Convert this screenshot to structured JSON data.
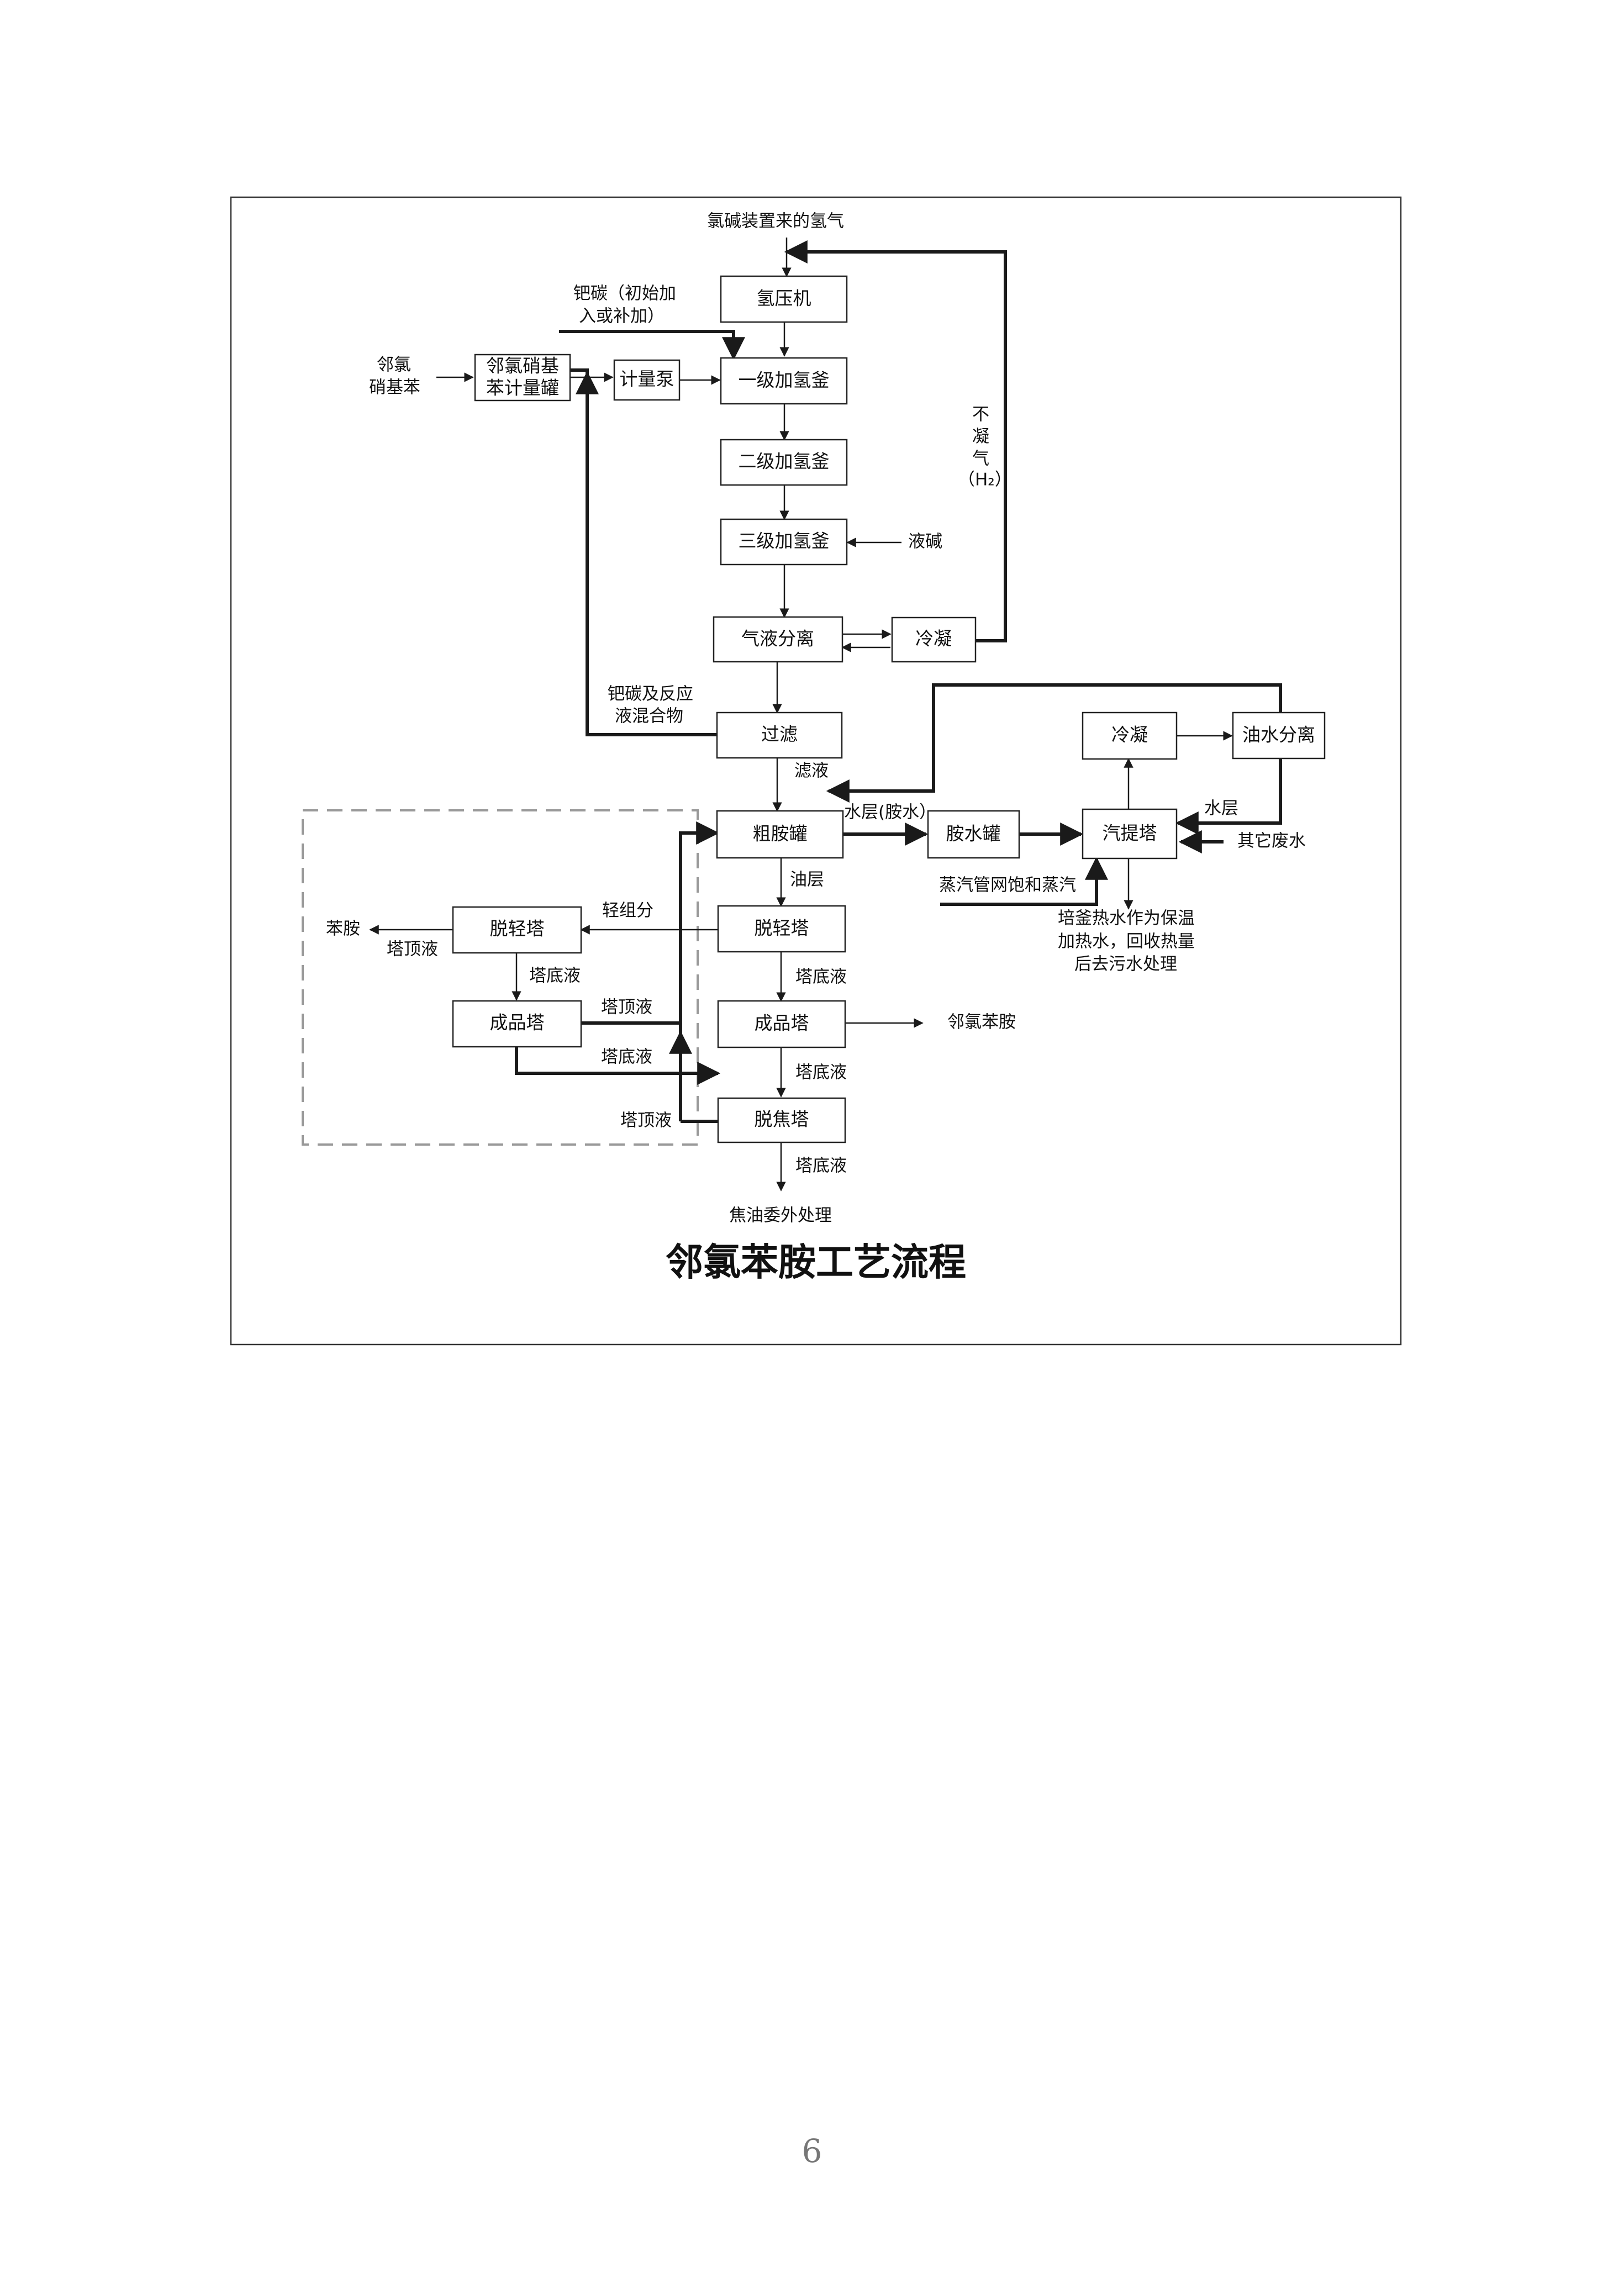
{
  "diagram": {
    "title": "邻氯苯胺工艺流程",
    "boxes": {
      "hydrogen_compressor": "氢压机",
      "metering_tank": [
        "邻氯硝基",
        "苯计量罐"
      ],
      "metering_pump": "计量泵",
      "reactor_1": "一级加氢釜",
      "reactor_2": "二级加氢釜",
      "reactor_3": "三级加氢釜",
      "gas_liquid_separation": "气液分离",
      "condense_1": "冷凝",
      "filter": "过滤",
      "condense_2": "冷凝",
      "oil_water_separation": "油水分离",
      "crude_amine_tank": "粗胺罐",
      "amine_water_tank": "胺水罐",
      "stripper": "汽提塔",
      "delight_column_main": "脱轻塔",
      "product_column_main": "成品塔",
      "decoking_column": "脱焦塔",
      "delight_column_side": "脱轻塔",
      "product_column_side": "成品塔"
    },
    "labels": {
      "hydrogen_source": "氯碱装置来的氢气",
      "pd_carbon": [
        "钯碳（初始加",
        "入或补加）"
      ],
      "feed": [
        "邻氯",
        "硝基苯"
      ],
      "noncondensable": [
        "不",
        "凝",
        "气"
      ],
      "h2": "（H₂）",
      "caustic": "液碱",
      "pd_mixture": [
        "钯碳及反应",
        "液混合物"
      ],
      "filtrate": "滤液",
      "water_layer_amine": "水层(胺水）",
      "water_layer": "水层",
      "other_wastewater": "其它废水",
      "steam": "蒸汽管网饱和蒸汽",
      "hot_water": [
        "培釜热水作为保温",
        "加热水，回收热量",
        "后去污水处理"
      ],
      "oil_layer": "油层",
      "bottoms_1": "塔底液",
      "bottoms_2": "塔底液",
      "bottoms_3": "塔底液",
      "product": "邻氯苯胺",
      "tar": "焦油委外处理",
      "light_fraction": "轻组分",
      "aniline": "苯胺",
      "overhead_1": "塔顶液",
      "bottoms_side_1": "塔底液",
      "overhead_2": "塔顶液",
      "bottoms_side_2": "塔底液",
      "overhead_3": "塔顶液"
    }
  },
  "page": {
    "number": "6"
  }
}
